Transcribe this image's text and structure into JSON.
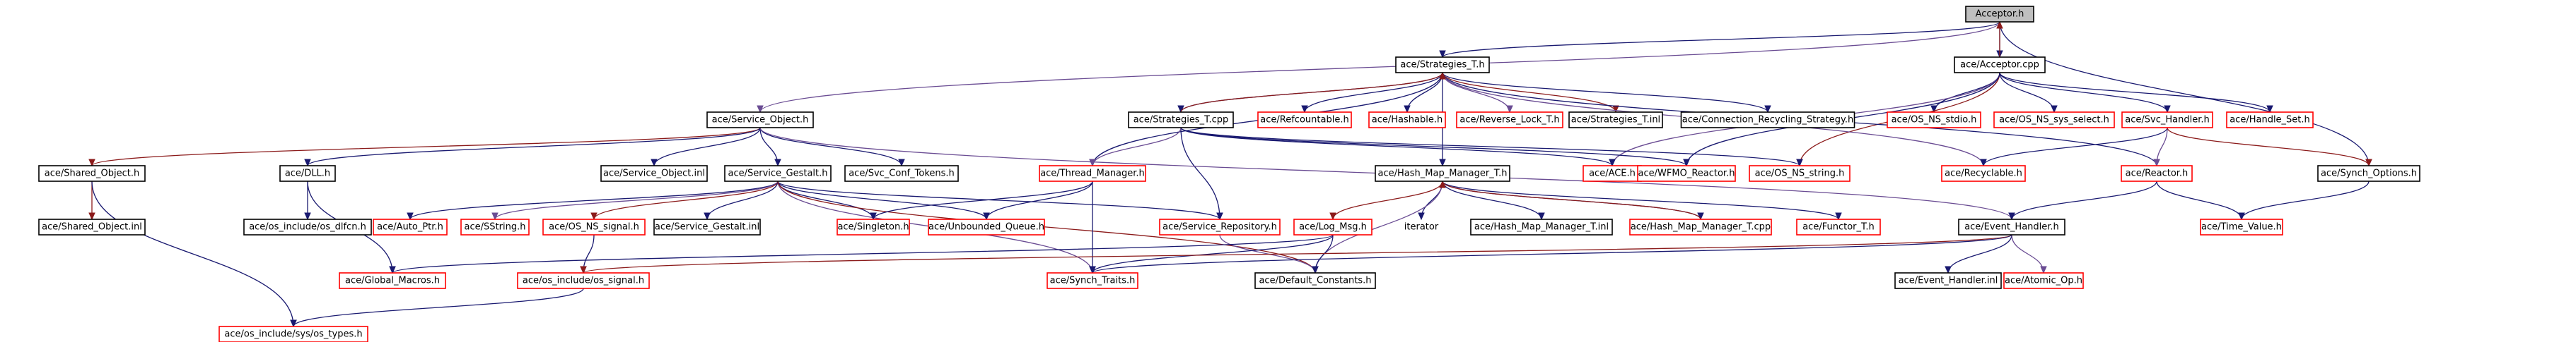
{
  "diagram": {
    "type": "include-dependency-graph",
    "colors": {
      "edge": "#191970",
      "edge_alt": "#6a4c93",
      "edge_dark": "#8b1a1a",
      "node_red": "#ff0000",
      "node_black": "#000000",
      "root_fill": "#bfbfbf"
    },
    "nodes": [
      {
        "id": "acceptor_h",
        "label": "Acceptor.h",
        "kind": "root"
      },
      {
        "id": "strategies_t_h",
        "label": "ace/Strategies_T.h",
        "kind": "black"
      },
      {
        "id": "acceptor_cpp",
        "label": "ace/Acceptor.cpp",
        "kind": "black"
      },
      {
        "id": "service_object_h",
        "label": "ace/Service_Object.h",
        "kind": "black"
      },
      {
        "id": "strategies_t_cpp",
        "label": "ace/Strategies_T.cpp",
        "kind": "black"
      },
      {
        "id": "refcountable_h",
        "label": "ace/Refcountable.h",
        "kind": "red"
      },
      {
        "id": "hashable_h",
        "label": "ace/Hashable.h",
        "kind": "red"
      },
      {
        "id": "reverse_lock_t_h",
        "label": "ace/Reverse_Lock_T.h",
        "kind": "red"
      },
      {
        "id": "strategies_t_inl",
        "label": "ace/Strategies_T.inl",
        "kind": "black"
      },
      {
        "id": "connection_recycling_strategy_h",
        "label": "ace/Connection_Recycling_Strategy.h",
        "kind": "black"
      },
      {
        "id": "os_ns_stdio_h",
        "label": "ace/OS_NS_stdio.h",
        "kind": "red"
      },
      {
        "id": "os_ns_sys_select_h",
        "label": "ace/OS_NS_sys_select.h",
        "kind": "red"
      },
      {
        "id": "svc_handler_h",
        "label": "ace/Svc_Handler.h",
        "kind": "red"
      },
      {
        "id": "handle_set_h",
        "label": "ace/Handle_Set.h",
        "kind": "red"
      },
      {
        "id": "shared_object_h",
        "label": "ace/Shared_Object.h",
        "kind": "black"
      },
      {
        "id": "dll_h",
        "label": "ace/DLL.h",
        "kind": "black"
      },
      {
        "id": "service_object_inl",
        "label": "ace/Service_Object.inl",
        "kind": "black"
      },
      {
        "id": "service_gestalt_h",
        "label": "ace/Service_Gestalt.h",
        "kind": "black"
      },
      {
        "id": "svc_conf_tokens_h",
        "label": "ace/Svc_Conf_Tokens.h",
        "kind": "black"
      },
      {
        "id": "thread_manager_h",
        "label": "ace/Thread_Manager.h",
        "kind": "red"
      },
      {
        "id": "hash_map_manager_t_h",
        "label": "ace/Hash_Map_Manager_T.h",
        "kind": "black"
      },
      {
        "id": "ace_h",
        "label": "ace/ACE.h",
        "kind": "red"
      },
      {
        "id": "wfmo_reactor_h",
        "label": "ace/WFMO_Reactor.h",
        "kind": "red"
      },
      {
        "id": "os_ns_string_h",
        "label": "ace/OS_NS_string.h",
        "kind": "red"
      },
      {
        "id": "recyclable_h",
        "label": "ace/Recyclable.h",
        "kind": "red"
      },
      {
        "id": "reactor_h",
        "label": "ace/Reactor.h",
        "kind": "red"
      },
      {
        "id": "synch_options_h",
        "label": "ace/Synch_Options.h",
        "kind": "black"
      },
      {
        "id": "shared_object_inl",
        "label": "ace/Shared_Object.inl",
        "kind": "black"
      },
      {
        "id": "os_include_os_dlfcn_h",
        "label": "ace/os_include/os_dlfcn.h",
        "kind": "black"
      },
      {
        "id": "auto_ptr_h",
        "label": "ace/Auto_Ptr.h",
        "kind": "red"
      },
      {
        "id": "sstring_h",
        "label": "ace/SString.h",
        "kind": "red"
      },
      {
        "id": "os_ns_signal_h",
        "label": "ace/OS_NS_signal.h",
        "kind": "red"
      },
      {
        "id": "service_gestalt_inl",
        "label": "ace/Service_Gestalt.inl",
        "kind": "black"
      },
      {
        "id": "singleton_h",
        "label": "ace/Singleton.h",
        "kind": "red"
      },
      {
        "id": "unbounded_queue_h",
        "label": "ace/Unbounded_Queue.h",
        "kind": "red"
      },
      {
        "id": "service_repository_h",
        "label": "ace/Service_Repository.h",
        "kind": "red"
      },
      {
        "id": "log_msg_h",
        "label": "ace/Log_Msg.h",
        "kind": "red"
      },
      {
        "id": "iterator",
        "label": "iterator",
        "kind": "none"
      },
      {
        "id": "hash_map_manager_t_inl",
        "label": "ace/Hash_Map_Manager_T.inl",
        "kind": "black"
      },
      {
        "id": "hash_map_manager_t_cpp",
        "label": "ace/Hash_Map_Manager_T.cpp",
        "kind": "red"
      },
      {
        "id": "functor_t_h",
        "label": "ace/Functor_T.h",
        "kind": "red"
      },
      {
        "id": "event_handler_h",
        "label": "ace/Event_Handler.h",
        "kind": "black"
      },
      {
        "id": "time_value_h",
        "label": "ace/Time_Value.h",
        "kind": "red"
      },
      {
        "id": "global_macros_h",
        "label": "ace/Global_Macros.h",
        "kind": "red"
      },
      {
        "id": "os_include_os_signal_h",
        "label": "ace/os_include/os_signal.h",
        "kind": "red"
      },
      {
        "id": "synch_traits_h",
        "label": "ace/Synch_Traits.h",
        "kind": "red"
      },
      {
        "id": "default_constants_h",
        "label": "ace/Default_Constants.h",
        "kind": "black"
      },
      {
        "id": "event_handler_inl",
        "label": "ace/Event_Handler.inl",
        "kind": "black"
      },
      {
        "id": "atomic_op_h",
        "label": "ace/Atomic_Op.h",
        "kind": "red"
      },
      {
        "id": "os_include_sys_os_types_h",
        "label": "ace/os_include/sys/os_types.h",
        "kind": "red"
      }
    ],
    "edges": [
      [
        "acceptor_h",
        "strategies_t_h"
      ],
      [
        "acceptor_h",
        "acceptor_cpp"
      ],
      [
        "acceptor_h",
        "synch_options_h"
      ],
      [
        "acceptor_h",
        "service_object_h"
      ],
      [
        "acceptor_cpp",
        "acceptor_h"
      ],
      [
        "acceptor_cpp",
        "os_ns_stdio_h"
      ],
      [
        "acceptor_cpp",
        "os_ns_sys_select_h"
      ],
      [
        "acceptor_cpp",
        "svc_handler_h"
      ],
      [
        "acceptor_cpp",
        "handle_set_h"
      ],
      [
        "acceptor_cpp",
        "ace_h"
      ],
      [
        "acceptor_cpp",
        "os_ns_string_h"
      ],
      [
        "acceptor_cpp",
        "wfmo_reactor_h"
      ],
      [
        "strategies_t_h",
        "strategies_t_cpp"
      ],
      [
        "strategies_t_h",
        "refcountable_h"
      ],
      [
        "strategies_t_h",
        "hashable_h"
      ],
      [
        "strategies_t_h",
        "reverse_lock_t_h"
      ],
      [
        "strategies_t_h",
        "strategies_t_inl"
      ],
      [
        "strategies_t_h",
        "connection_recycling_strategy_h"
      ],
      [
        "strategies_t_h",
        "thread_manager_h"
      ],
      [
        "strategies_t_h",
        "hash_map_manager_t_h"
      ],
      [
        "strategies_t_h",
        "reactor_h"
      ],
      [
        "strategies_t_h",
        "recyclable_h"
      ],
      [
        "strategies_t_cpp",
        "strategies_t_h"
      ],
      [
        "strategies_t_cpp",
        "ace_h"
      ],
      [
        "strategies_t_cpp",
        "wfmo_reactor_h"
      ],
      [
        "strategies_t_cpp",
        "os_ns_string_h"
      ],
      [
        "strategies_t_cpp",
        "service_repository_h"
      ],
      [
        "strategies_t_cpp",
        "thread_manager_h"
      ],
      [
        "service_object_h",
        "shared_object_h"
      ],
      [
        "service_object_h",
        "dll_h"
      ],
      [
        "service_object_h",
        "service_object_inl"
      ],
      [
        "service_object_h",
        "service_gestalt_h"
      ],
      [
        "service_object_h",
        "svc_conf_tokens_h"
      ],
      [
        "service_object_h",
        "event_handler_h"
      ],
      [
        "shared_object_h",
        "shared_object_inl"
      ],
      [
        "shared_object_h",
        "os_include_sys_os_types_h"
      ],
      [
        "dll_h",
        "os_include_os_dlfcn_h"
      ],
      [
        "dll_h",
        "global_macros_h"
      ],
      [
        "service_gestalt_h",
        "auto_ptr_h"
      ],
      [
        "service_gestalt_h",
        "sstring_h"
      ],
      [
        "service_gestalt_h",
        "os_ns_signal_h"
      ],
      [
        "service_gestalt_h",
        "service_gestalt_inl"
      ],
      [
        "service_gestalt_h",
        "singleton_h"
      ],
      [
        "service_gestalt_h",
        "unbounded_queue_h"
      ],
      [
        "service_gestalt_h",
        "service_repository_h"
      ],
      [
        "service_gestalt_h",
        "synch_traits_h"
      ],
      [
        "service_gestalt_h",
        "default_constants_h"
      ],
      [
        "os_ns_signal_h",
        "os_include_os_signal_h"
      ],
      [
        "thread_manager_h",
        "singleton_h"
      ],
      [
        "thread_manager_h",
        "unbounded_queue_h"
      ],
      [
        "thread_manager_h",
        "synch_traits_h"
      ],
      [
        "service_repository_h",
        "default_constants_h"
      ],
      [
        "hash_map_manager_t_h",
        "log_msg_h"
      ],
      [
        "hash_map_manager_t_h",
        "iterator"
      ],
      [
        "hash_map_manager_t_h",
        "hash_map_manager_t_inl"
      ],
      [
        "hash_map_manager_t_h",
        "hash_map_manager_t_cpp"
      ],
      [
        "hash_map_manager_t_h",
        "functor_t_h"
      ],
      [
        "hash_map_manager_t_h",
        "default_constants_h"
      ],
      [
        "hash_map_manager_t_cpp",
        "hash_map_manager_t_h"
      ],
      [
        "log_msg_h",
        "global_macros_h"
      ],
      [
        "log_msg_h",
        "synch_traits_h"
      ],
      [
        "log_msg_h",
        "default_constants_h"
      ],
      [
        "svc_handler_h",
        "recyclable_h"
      ],
      [
        "svc_handler_h",
        "reactor_h"
      ],
      [
        "svc_handler_h",
        "synch_options_h"
      ],
      [
        "reactor_h",
        "event_handler_h"
      ],
      [
        "reactor_h",
        "time_value_h"
      ],
      [
        "synch_options_h",
        "time_value_h"
      ],
      [
        "event_handler_h",
        "event_handler_inl"
      ],
      [
        "event_handler_h",
        "atomic_op_h"
      ],
      [
        "event_handler_h",
        "os_include_os_signal_h"
      ],
      [
        "event_handler_h",
        "synch_traits_h"
      ],
      [
        "os_include_os_signal_h",
        "os_include_sys_os_types_h"
      ]
    ]
  }
}
